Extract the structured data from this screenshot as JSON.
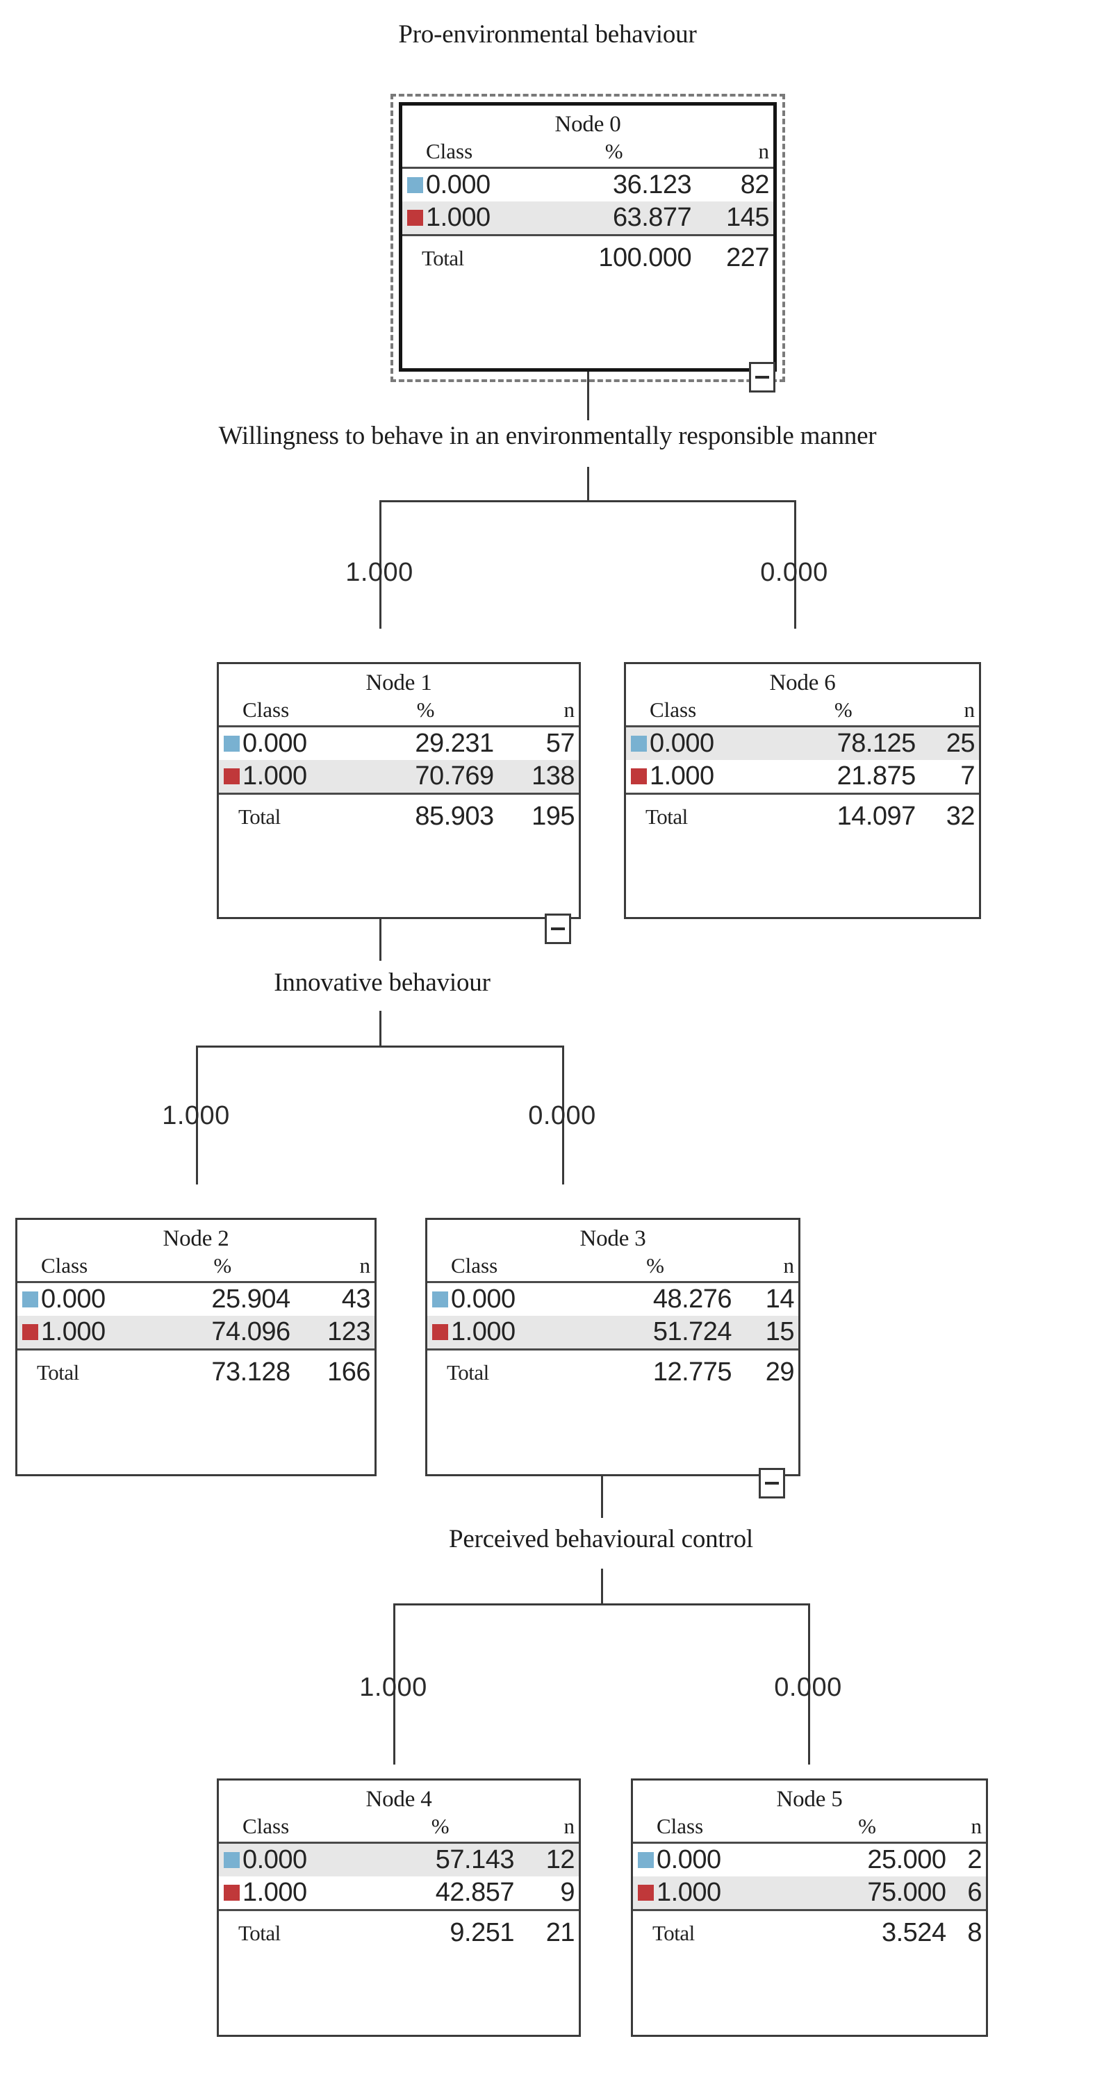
{
  "diagram": {
    "root_title": "Pro-environmental behaviour",
    "columns": {
      "class": "Class",
      "pct": "%",
      "n": "n",
      "total": "Total"
    },
    "class_colors": {
      "class_0": "#79b1d1",
      "class_1": "#c0383a"
    },
    "splits": [
      {
        "id": "split-willingness",
        "variable": "Willingness to behave in an environmentally responsible manner",
        "left_value": "1.000",
        "right_value": "0.000"
      },
      {
        "id": "split-innovative",
        "variable": "Innovative behaviour",
        "left_value": "1.000",
        "right_value": "0.000"
      },
      {
        "id": "split-pbc",
        "variable": "Perceived behavioural control",
        "left_value": "1.000",
        "right_value": "0.000"
      }
    ],
    "nodes": [
      {
        "id": "node-0",
        "title": "Node 0",
        "selected": true,
        "has_collapse": true,
        "rows": [
          {
            "class": "0.000",
            "pct": "36.123",
            "n": "82",
            "highlight": false,
            "color": "#79b1d1"
          },
          {
            "class": "1.000",
            "pct": "63.877",
            "n": "145",
            "highlight": true,
            "color": "#c0383a"
          }
        ],
        "total": {
          "label": "Total",
          "pct": "100.000",
          "n": "227"
        }
      },
      {
        "id": "node-1",
        "title": "Node 1",
        "selected": false,
        "has_collapse": true,
        "rows": [
          {
            "class": "0.000",
            "pct": "29.231",
            "n": "57",
            "highlight": false,
            "color": "#79b1d1"
          },
          {
            "class": "1.000",
            "pct": "70.769",
            "n": "138",
            "highlight": true,
            "color": "#c0383a"
          }
        ],
        "total": {
          "label": "Total",
          "pct": "85.903",
          "n": "195"
        }
      },
      {
        "id": "node-6",
        "title": "Node 6",
        "selected": false,
        "has_collapse": false,
        "rows": [
          {
            "class": "0.000",
            "pct": "78.125",
            "n": "25",
            "highlight": true,
            "color": "#79b1d1"
          },
          {
            "class": "1.000",
            "pct": "21.875",
            "n": "7",
            "highlight": false,
            "color": "#c0383a"
          }
        ],
        "total": {
          "label": "Total",
          "pct": "14.097",
          "n": "32"
        }
      },
      {
        "id": "node-2",
        "title": "Node 2",
        "selected": false,
        "has_collapse": false,
        "rows": [
          {
            "class": "0.000",
            "pct": "25.904",
            "n": "43",
            "highlight": false,
            "color": "#79b1d1"
          },
          {
            "class": "1.000",
            "pct": "74.096",
            "n": "123",
            "highlight": true,
            "color": "#c0383a"
          }
        ],
        "total": {
          "label": "Total",
          "pct": "73.128",
          "n": "166"
        }
      },
      {
        "id": "node-3",
        "title": "Node 3",
        "selected": false,
        "has_collapse": true,
        "rows": [
          {
            "class": "0.000",
            "pct": "48.276",
            "n": "14",
            "highlight": false,
            "color": "#79b1d1"
          },
          {
            "class": "1.000",
            "pct": "51.724",
            "n": "15",
            "highlight": true,
            "color": "#c0383a"
          }
        ],
        "total": {
          "label": "Total",
          "pct": "12.775",
          "n": "29"
        }
      },
      {
        "id": "node-4",
        "title": "Node 4",
        "selected": false,
        "has_collapse": false,
        "rows": [
          {
            "class": "0.000",
            "pct": "57.143",
            "n": "12",
            "highlight": true,
            "color": "#79b1d1"
          },
          {
            "class": "1.000",
            "pct": "42.857",
            "n": "9",
            "highlight": false,
            "color": "#c0383a"
          }
        ],
        "total": {
          "label": "Total",
          "pct": "9.251",
          "n": "21"
        }
      },
      {
        "id": "node-5",
        "title": "Node 5",
        "selected": false,
        "has_collapse": false,
        "rows": [
          {
            "class": "0.000",
            "pct": "25.000",
            "n": "2",
            "highlight": false,
            "color": "#79b1d1"
          },
          {
            "class": "1.000",
            "pct": "75.000",
            "n": "6",
            "highlight": true,
            "color": "#c0383a"
          }
        ],
        "total": {
          "label": "Total",
          "pct": "3.524",
          "n": "8"
        }
      }
    ]
  },
  "chart_data": {
    "type": "table",
    "title": "Pro-environmental behaviour",
    "tree": {
      "node_0": {
        "classes": [
          "0.000",
          "1.000"
        ],
        "percents": [
          36.123,
          63.877
        ],
        "counts": [
          82,
          145
        ],
        "total_pct": 100.0,
        "total_n": 227,
        "split_variable": "Willingness to behave in an environmentally responsible manner"
      },
      "node_1": {
        "parent": "node_0",
        "branch_value": "1.000",
        "classes": [
          "0.000",
          "1.000"
        ],
        "percents": [
          29.231,
          70.769
        ],
        "counts": [
          57,
          138
        ],
        "total_pct": 85.903,
        "total_n": 195,
        "split_variable": "Innovative behaviour"
      },
      "node_6": {
        "parent": "node_0",
        "branch_value": "0.000",
        "classes": [
          "0.000",
          "1.000"
        ],
        "percents": [
          78.125,
          21.875
        ],
        "counts": [
          25,
          7
        ],
        "total_pct": 14.097,
        "total_n": 32,
        "split_variable": null
      },
      "node_2": {
        "parent": "node_1",
        "branch_value": "1.000",
        "classes": [
          "0.000",
          "1.000"
        ],
        "percents": [
          25.904,
          74.096
        ],
        "counts": [
          43,
          123
        ],
        "total_pct": 73.128,
        "total_n": 166,
        "split_variable": null
      },
      "node_3": {
        "parent": "node_1",
        "branch_value": "0.000",
        "classes": [
          "0.000",
          "1.000"
        ],
        "percents": [
          48.276,
          51.724
        ],
        "counts": [
          14,
          15
        ],
        "total_pct": 12.775,
        "total_n": 29,
        "split_variable": "Perceived behavioural control"
      },
      "node_4": {
        "parent": "node_3",
        "branch_value": "1.000",
        "classes": [
          "0.000",
          "1.000"
        ],
        "percents": [
          57.143,
          42.857
        ],
        "counts": [
          12,
          9
        ],
        "total_pct": 9.251,
        "total_n": 21,
        "split_variable": null
      },
      "node_5": {
        "parent": "node_3",
        "branch_value": "0.000",
        "classes": [
          "0.000",
          "1.000"
        ],
        "percents": [
          25.0,
          75.0
        ],
        "counts": [
          2,
          6
        ],
        "total_pct": 3.524,
        "total_n": 8,
        "split_variable": null
      }
    }
  }
}
